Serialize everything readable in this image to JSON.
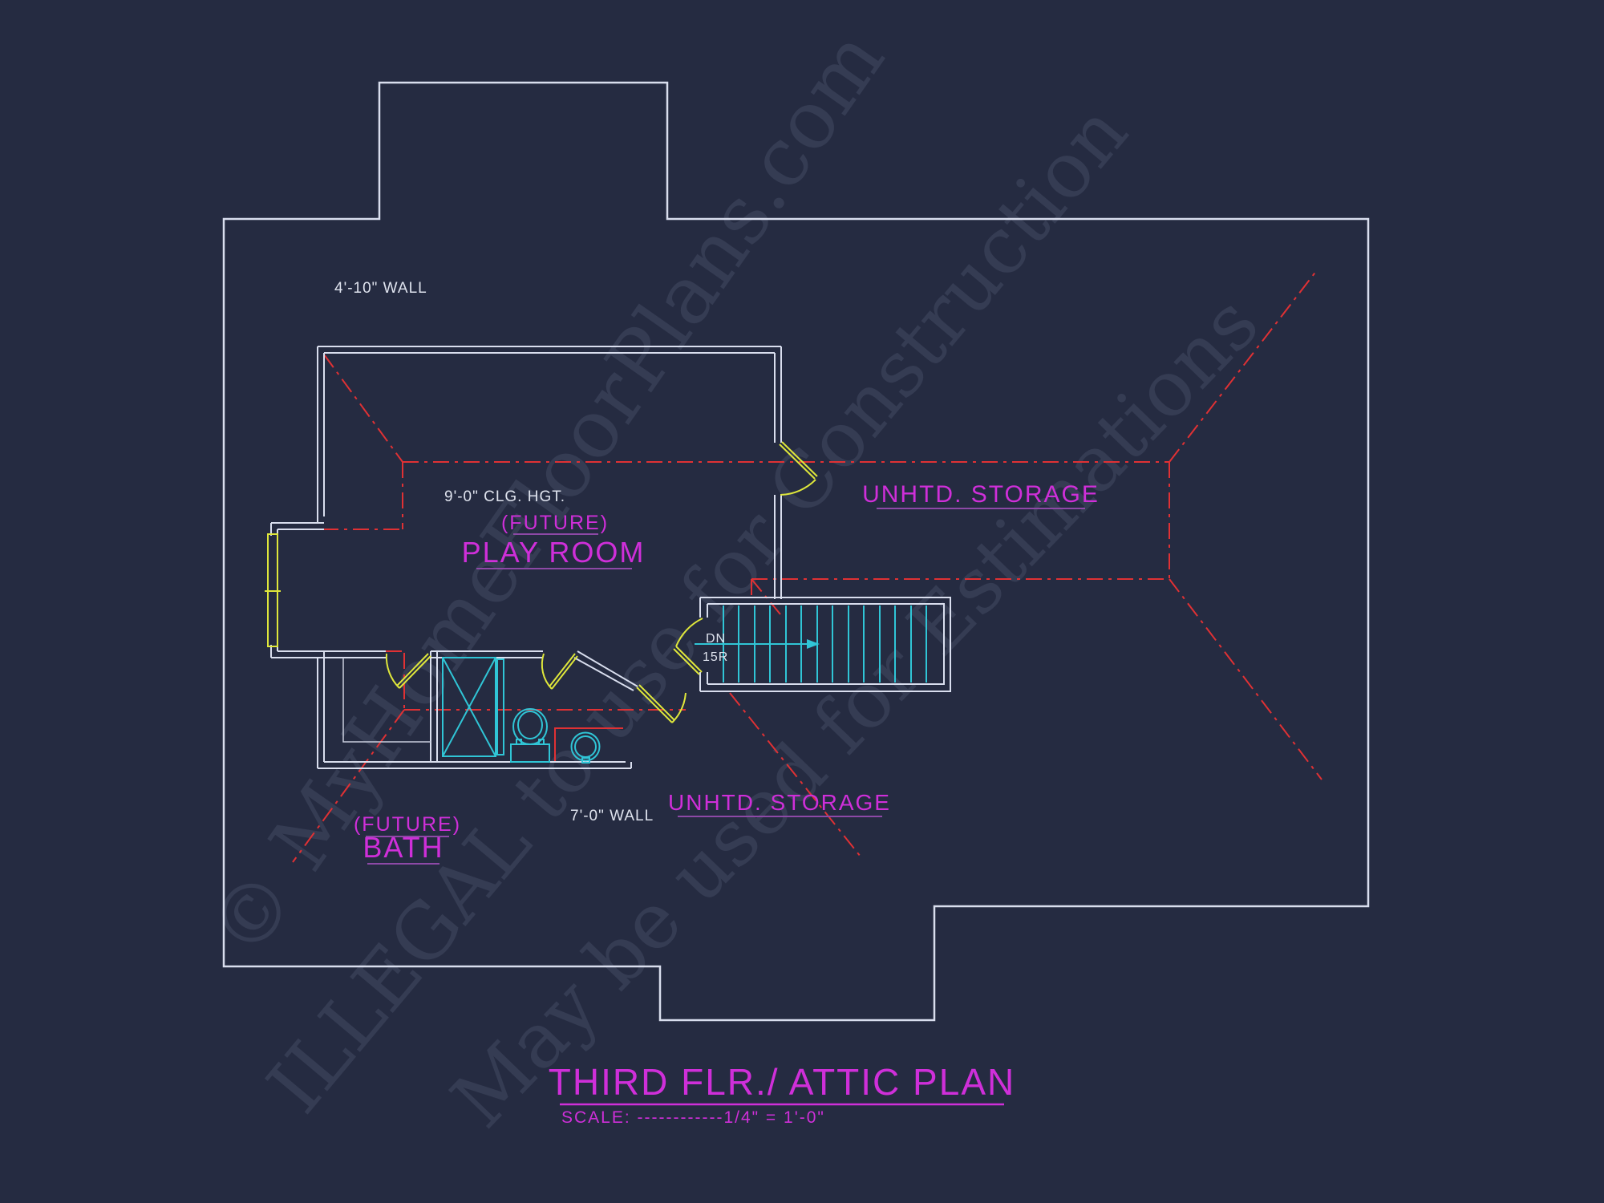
{
  "drawing": {
    "type": "floor-plan",
    "labels": {
      "wall_note_top": "4'-10\" WALL",
      "ceiling_note": "9'-0\" CLG. HGT.",
      "playroom_future": "(FUTURE)",
      "playroom": "PLAY ROOM",
      "storage_right": "UNHTD. STORAGE",
      "storage_bottom": "UNHTD. STORAGE",
      "stair_dn": "DN",
      "stair_risers": "15R",
      "wall_note_bottom": "7'-0\" WALL",
      "bath_future": "(FUTURE)",
      "bath": "BATH"
    },
    "title": {
      "text": "THIRD FLR./ ATTIC PLAN",
      "scale": "SCALE: ------------1/4\" = 1'-0\""
    },
    "watermark": {
      "line1": "© MyHomeFloorPlans.com",
      "line2": "ILLEGAL to use for Construction",
      "line3": "May be used for Estimations"
    },
    "colors": {
      "background": "#252b41",
      "walls": "#d9deee",
      "roof_lines": "#e03134",
      "label_magenta": "#cf2fd9",
      "doors_windows_yellow": "#dfe73b",
      "fixtures_cyan": "#30c5d6",
      "note_text": "#dfe3ee",
      "watermark": "#97a3c4"
    }
  }
}
